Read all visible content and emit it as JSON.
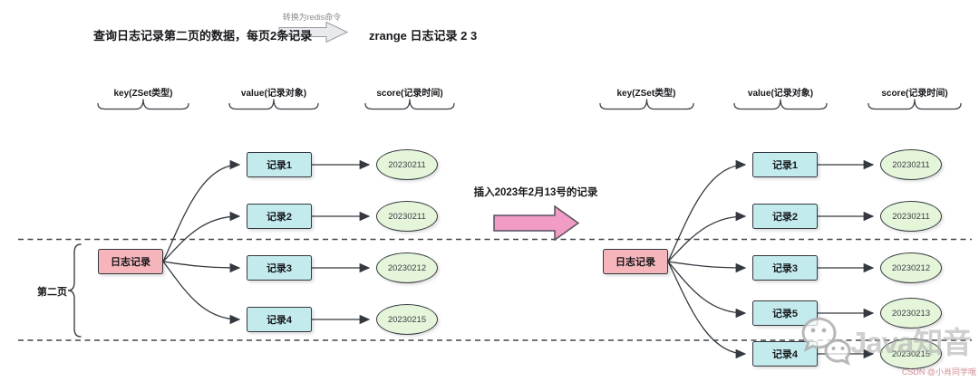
{
  "top": {
    "query_text": "查询日志记录第二页的数据，每页2条记录",
    "arrow_label": "转换为redis命令",
    "command_text": "zrange 日志记录 2 3"
  },
  "middle": {
    "insert_label": "插入2023年2月13号的记录"
  },
  "left_diagram": {
    "headers": [
      "key(ZSet类型)",
      "value(记录对象)",
      "score(记录时间)"
    ],
    "key_label": "日志记录",
    "page_label": "第二页",
    "rows": [
      {
        "value": "记录1",
        "score": "20230211"
      },
      {
        "value": "记录2",
        "score": "20230211"
      },
      {
        "value": "记录3",
        "score": "20230212"
      },
      {
        "value": "记录4",
        "score": "20230215"
      }
    ]
  },
  "right_diagram": {
    "headers": [
      "key(ZSet类型)",
      "value(记录对象)",
      "score(记录时间)"
    ],
    "key_label": "日志记录",
    "rows": [
      {
        "value": "记录1",
        "score": "20230211"
      },
      {
        "value": "记录2",
        "score": "20230211"
      },
      {
        "value": "记录3",
        "score": "20230212"
      },
      {
        "value": "记录5",
        "score": "20230213"
      },
      {
        "value": "记录4",
        "score": "20230215"
      }
    ]
  },
  "watermark": {
    "icon": "wechat-icon",
    "text": "Java知音"
  },
  "credit": "CSDN @小肖同学哦",
  "colors": {
    "key_box_fill": "#f5b5bb",
    "record_box_fill": "#c3ebee",
    "score_ellipse_fill": "#e5f5da",
    "insert_arrow_fill": "#f09cc5",
    "convert_arrow_fill": "#e8eaee",
    "stroke": "#34383f",
    "dashed_line": "#41464b"
  }
}
